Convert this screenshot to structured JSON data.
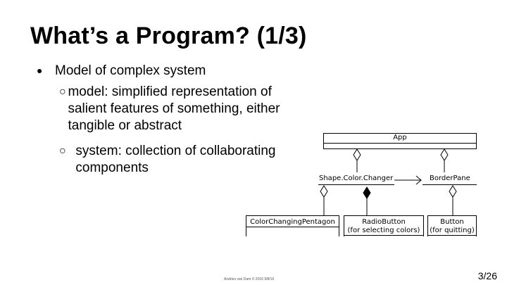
{
  "slide": {
    "title": "What’s a Program? (1/3)",
    "bullets": {
      "main": {
        "marker": "●",
        "text": "Model of complex system"
      },
      "sub1": {
        "marker": "○",
        "text": "model: simplified representation of salient features of something, either tangible or abstract"
      },
      "sub2": {
        "marker": "○",
        "text": "system: collection of collaborating components"
      }
    },
    "footer_note": "Andries van Dam © 2016 9/8/16",
    "page_number": "3/26"
  },
  "diagram": {
    "app": "App",
    "shape_color_changer": "Shape.Color.Changer",
    "border_pane": "BorderPane",
    "color_changing_pentagon": "ColorChangingPentagon",
    "radio_button": "RadioButton",
    "radio_button_note": "(for selecting colors)",
    "button": "Button",
    "button_note": "(for quitting)"
  }
}
